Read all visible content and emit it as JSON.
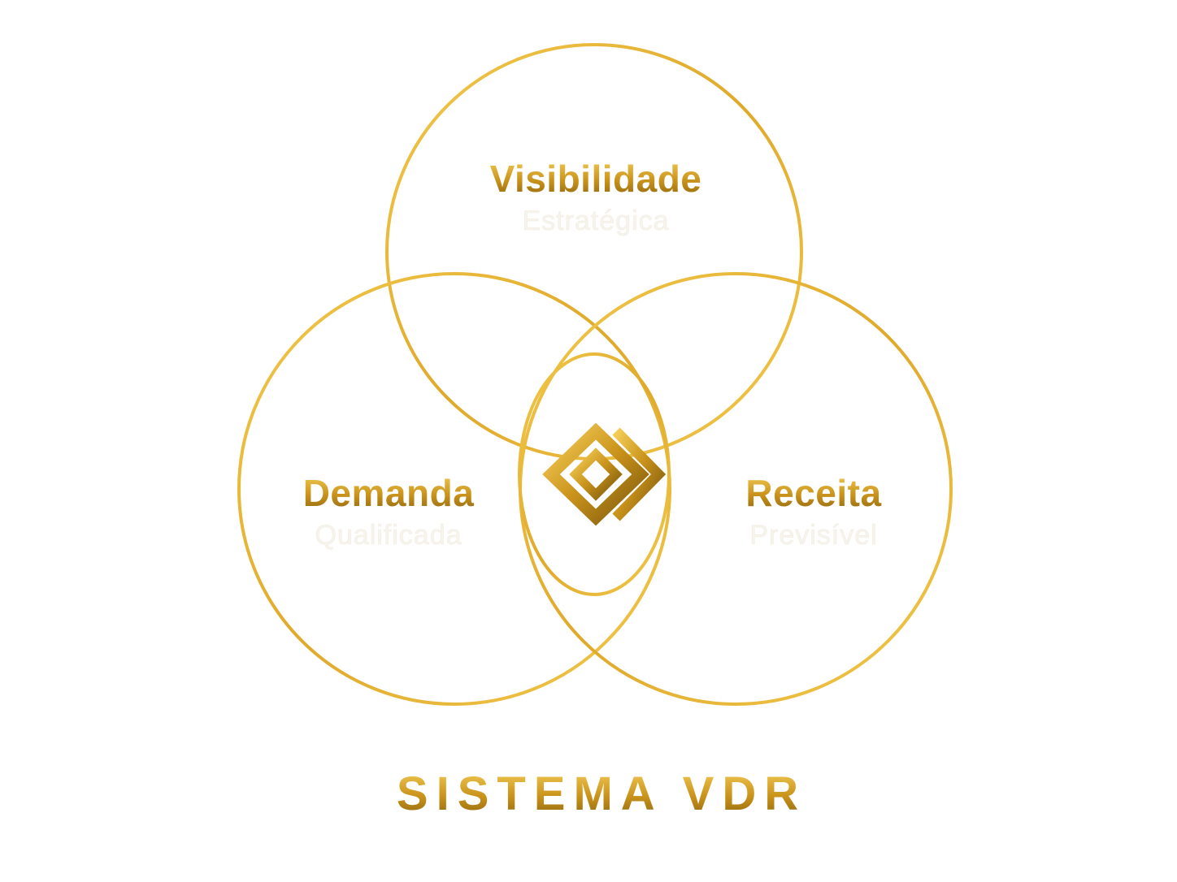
{
  "diagram": {
    "colors": {
      "gold_light": "#F2C94C",
      "gold_mid": "#D4A017",
      "gold_dark": "#8A6410",
      "sub_text": "#F7F4EE"
    },
    "circles": [
      {
        "id": "top",
        "title": "Visibilidade",
        "subtitle": "Estratégica"
      },
      {
        "id": "left",
        "title": "Demanda",
        "subtitle": "Qualificada"
      },
      {
        "id": "right",
        "title": "Receita",
        "subtitle": "Previsível"
      }
    ],
    "center": {
      "icon": "diamond-logo-icon"
    },
    "system_title": "SISTEMA VDR"
  }
}
